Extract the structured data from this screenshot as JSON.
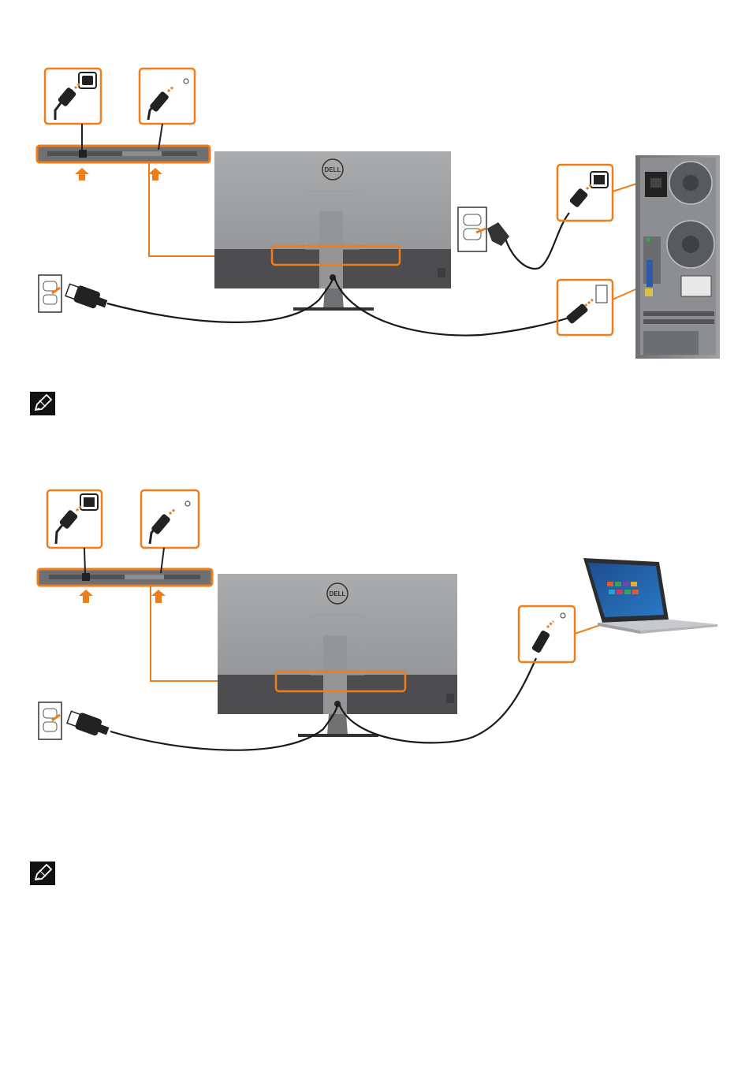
{
  "brand": {
    "logo_text": "DELL"
  },
  "colors": {
    "accent": "#ef7d1a",
    "monitor_light": "#a7a9ab",
    "monitor_dark": "#4d4d4f",
    "cable": "#1a1a1a"
  },
  "icons": {
    "note": "pencil-note-icon",
    "power_connector": "power-connector-icon",
    "usb_connector": "usb-connector-icon",
    "wall_outlet": "wall-outlet-icon",
    "arrow": "up-arrow-icon"
  },
  "diagrams": [
    {
      "name": "monitor-to-desktop",
      "host": "desktop-tower"
    },
    {
      "name": "monitor-to-laptop",
      "host": "laptop"
    }
  ]
}
